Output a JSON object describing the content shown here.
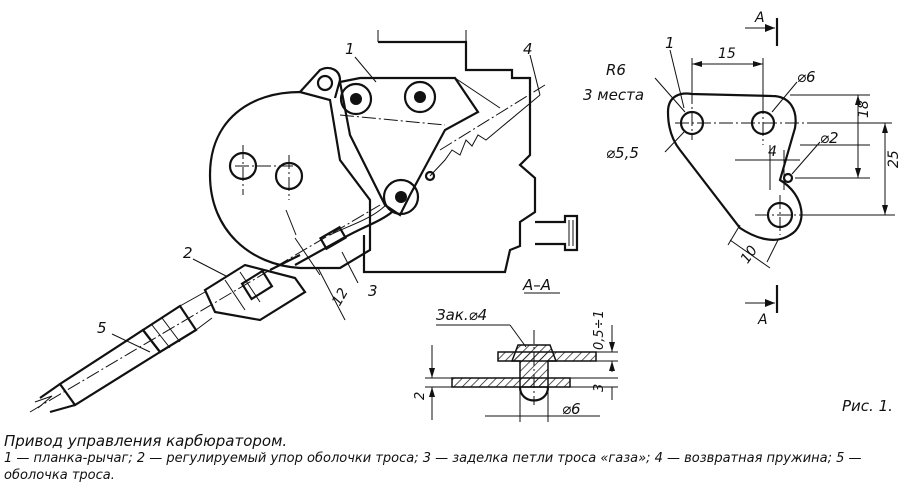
{
  "figure_label": "Рис. 1.",
  "caption": {
    "title": "Привод управления карбюратором.",
    "legend": "1 — планка-рычаг; 2 — регулируемый упор оболочки троса; 3 — заделка петли троса «газа»; 4 — возвратная пружина; 5 — оболочка троса."
  },
  "assembly_callouts": [
    "1",
    "2",
    "3",
    "4",
    "5"
  ],
  "assembly_dimensions": [
    "12"
  ],
  "lever_detail": {
    "callout": "1",
    "dim_15": "15",
    "radius_note": "R6",
    "radius_count": "3 места",
    "dim_hole6": "⌀6",
    "dim_18": "18",
    "dim_25": "25",
    "dim_hole55": "⌀5,5",
    "dim_4": "4",
    "dim_hole2": "⌀2",
    "dim_10": "10",
    "section_mark": "A"
  },
  "section_detail": {
    "title": "А–А",
    "rivet_note": "Зак.⌀4",
    "dim_thickness": "0,5÷1",
    "dim_2": "2",
    "dim_3": "3",
    "dim_hole6": "⌀6"
  }
}
